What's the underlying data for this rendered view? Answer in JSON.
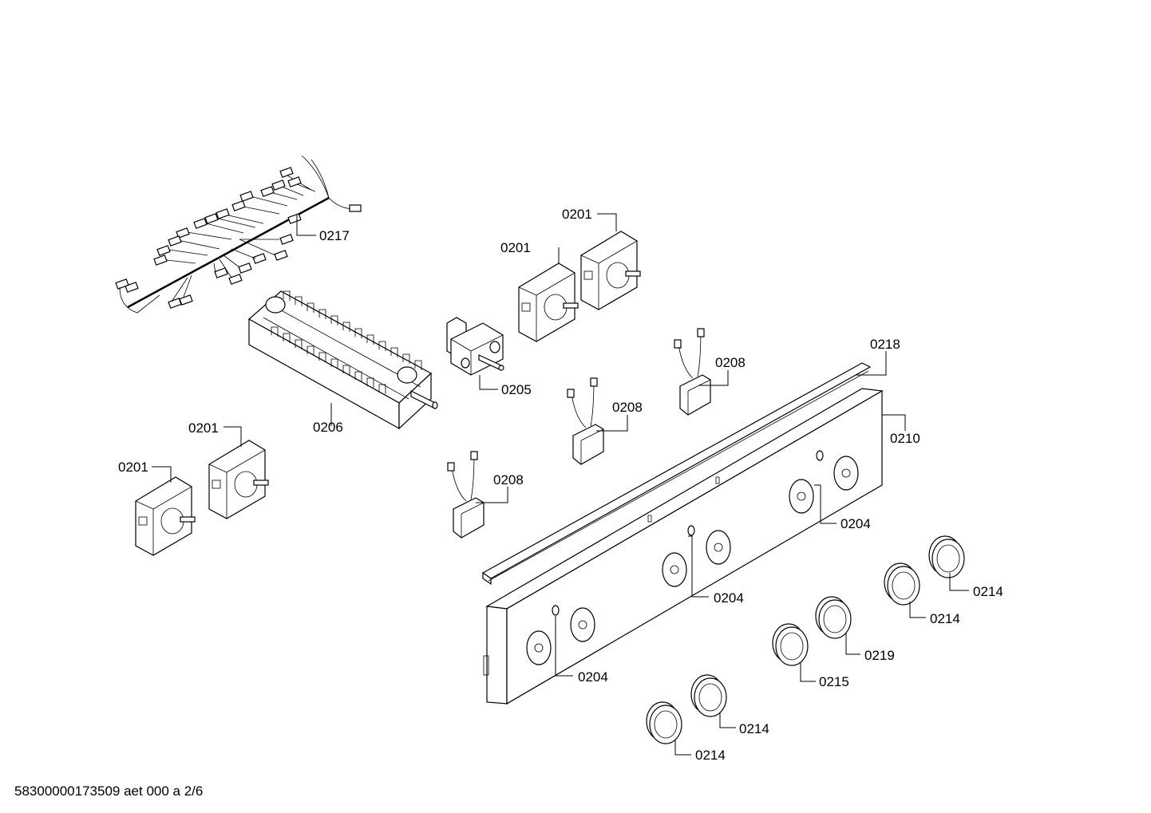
{
  "labels": {
    "l0217": "0217",
    "l0201a": "0201",
    "l0201b": "0201",
    "l0201c": "0201",
    "l0201d": "0201",
    "l0205": "0205",
    "l0206": "0206",
    "l0208a": "0208",
    "l0208b": "0208",
    "l0208c": "0208",
    "l0218": "0218",
    "l0210": "0210",
    "l0204a": "0204",
    "l0204b": "0204",
    "l0204c": "0204",
    "l0214a": "0214",
    "l0214b": "0214",
    "l0214c": "0214",
    "l0214d": "0214",
    "l0219": "0219",
    "l0215": "0215"
  },
  "footer": "58300000173509 aet 000 a 2/6"
}
